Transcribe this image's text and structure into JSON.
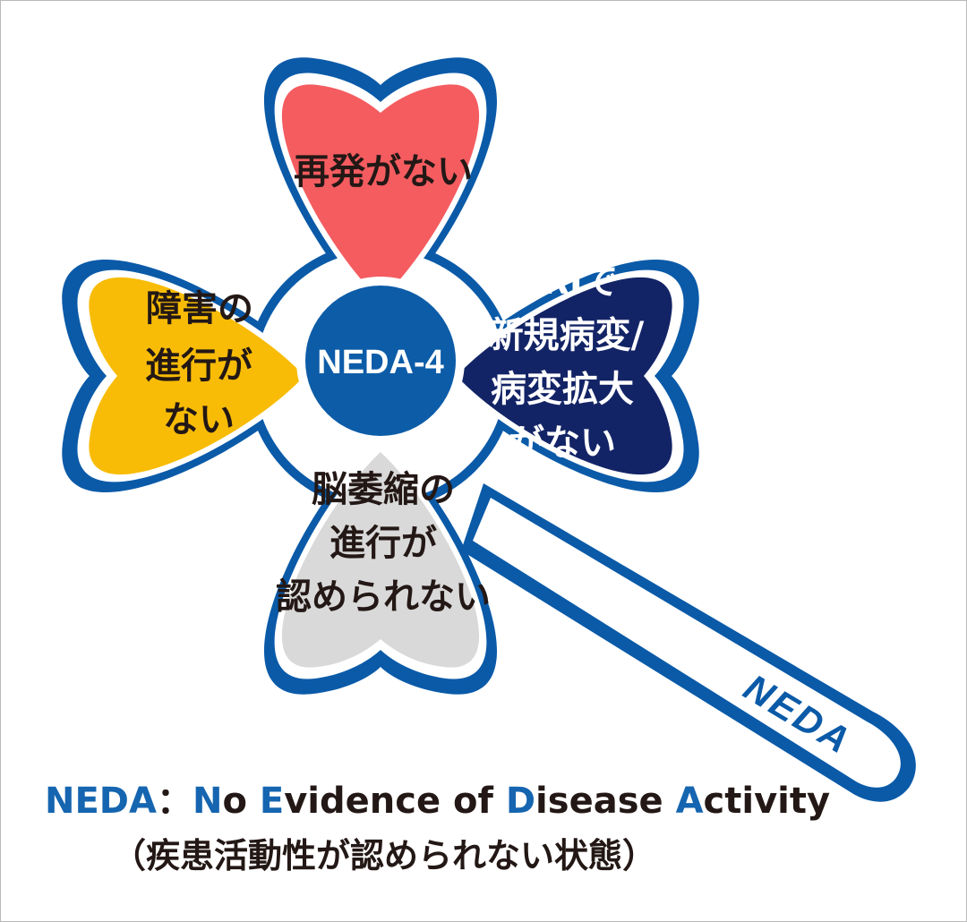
{
  "colors": {
    "outline": "#0a5aa8",
    "relapse_petal": "#f45c60",
    "disability_petal": "#f8bc06",
    "mri_petal": "#132466",
    "atrophy_petal": "#d9d9d9",
    "center": "#0d5ca8",
    "accent_text": "#1565b0",
    "dark_text": "#231815"
  },
  "diagram": {
    "center_label": "NEDA-4",
    "stem_label": "NEDA",
    "petals": {
      "top": {
        "lines": [
          "再発がない"
        ]
      },
      "left": {
        "lines": [
          "障害の",
          "進行が",
          "ない"
        ]
      },
      "right": {
        "lines": [
          "MRIで",
          "新規病変/",
          "病変拡大",
          "がない"
        ]
      },
      "bottom": {
        "lines": [
          "脳萎縮の",
          "進行が",
          "認められない"
        ]
      }
    }
  },
  "caption": {
    "acronym": "NEDA",
    "separator": "：",
    "words": [
      {
        "initial": "N",
        "rest": "o"
      },
      {
        "initial": "E",
        "rest": "vidence"
      },
      {
        "initial": "",
        "rest": "of"
      },
      {
        "initial": "D",
        "rest": "isease"
      },
      {
        "initial": "A",
        "rest": "ctivity"
      }
    ],
    "subtitle": "（疾患活動性が認められない状態）"
  }
}
